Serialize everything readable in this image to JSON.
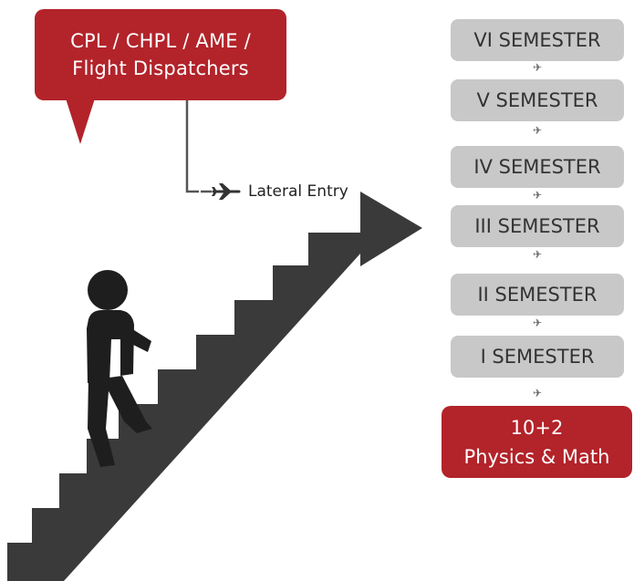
{
  "goal_box": {
    "line1": "CPL / CHPL / AME /",
    "line2": "Flight Dispatchers"
  },
  "lateral_entry": {
    "label": "Lateral Entry"
  },
  "semesters": [
    "VI SEMESTER",
    "V SEMESTER",
    "IV SEMESTER",
    "III SEMESTER",
    "II SEMESTER",
    "I SEMESTER"
  ],
  "base_box": {
    "line1": "10+2",
    "line2": "Physics & Math"
  },
  "colors": {
    "accent_red": "#b3232a",
    "semester_gray": "#c8c8c8",
    "stairs_dark": "#3a3a3a",
    "person": "#1e1e1e"
  },
  "icons": {
    "connector": "airplane-icon"
  }
}
